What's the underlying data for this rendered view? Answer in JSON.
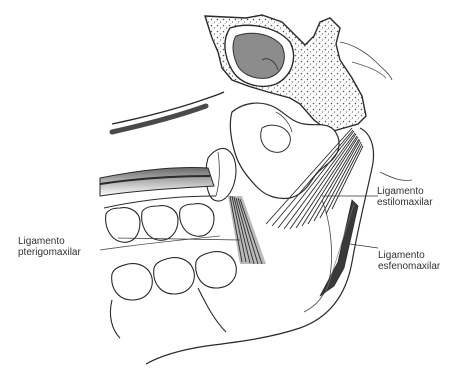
{
  "labels": {
    "stylomandibular": {
      "line1": "Ligamento",
      "line2": "estilomaxilar"
    },
    "pterygomandibular": {
      "line1": "Ligamento",
      "line2": "pterigomaxilar"
    },
    "sphenomandibular": {
      "line1": "Ligamento",
      "line2": "esfenomaxilar"
    }
  },
  "colors": {
    "ink": "#2a2a2a",
    "sinus_fill": "#8c8c8c",
    "bone_texture": "#555555"
  }
}
